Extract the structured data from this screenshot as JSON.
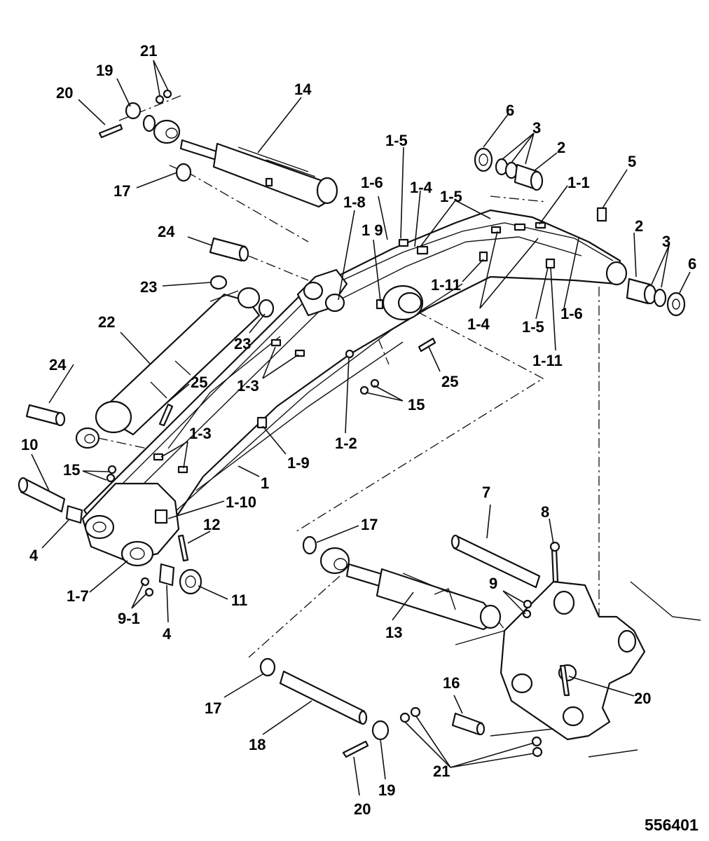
{
  "reference_number": "556401",
  "callouts": [
    {
      "id": "c21a",
      "text": "21"
    },
    {
      "id": "c19a",
      "text": "19"
    },
    {
      "id": "c20a",
      "text": "20"
    },
    {
      "id": "c14",
      "text": "14"
    },
    {
      "id": "c17a",
      "text": "17"
    },
    {
      "id": "c6a",
      "text": "6"
    },
    {
      "id": "c3a",
      "text": "3"
    },
    {
      "id": "c2a",
      "text": "2"
    },
    {
      "id": "c1-5a",
      "text": "1-5"
    },
    {
      "id": "c1-6a",
      "text": "1-6"
    },
    {
      "id": "c1-4a",
      "text": "1-4"
    },
    {
      "id": "c1-5b",
      "text": "1-5"
    },
    {
      "id": "c1-1",
      "text": "1-1"
    },
    {
      "id": "c5",
      "text": "5"
    },
    {
      "id": "c1-8",
      "text": "1-8"
    },
    {
      "id": "c1-9a",
      "text": "1 9"
    },
    {
      "id": "c24a",
      "text": "24"
    },
    {
      "id": "c2b",
      "text": "2"
    },
    {
      "id": "c3b",
      "text": "3"
    },
    {
      "id": "c6b",
      "text": "6"
    },
    {
      "id": "c1-11a",
      "text": "1-11"
    },
    {
      "id": "c23a",
      "text": "23"
    },
    {
      "id": "c1-4b",
      "text": "1-4"
    },
    {
      "id": "c1-5c",
      "text": "1-5"
    },
    {
      "id": "c1-6b",
      "text": "1-6"
    },
    {
      "id": "c22",
      "text": "22"
    },
    {
      "id": "c23b",
      "text": "23"
    },
    {
      "id": "c1-11b",
      "text": "1-11"
    },
    {
      "id": "c24b",
      "text": "24"
    },
    {
      "id": "c25a",
      "text": "25"
    },
    {
      "id": "c1-3a",
      "text": "1-3"
    },
    {
      "id": "c25b",
      "text": "25"
    },
    {
      "id": "c15a",
      "text": "15"
    },
    {
      "id": "c1-3b",
      "text": "1-3"
    },
    {
      "id": "c1-2",
      "text": "1-2"
    },
    {
      "id": "c1-9b",
      "text": "1-9"
    },
    {
      "id": "c10",
      "text": "10"
    },
    {
      "id": "c15b",
      "text": "15"
    },
    {
      "id": "c1",
      "text": "1"
    },
    {
      "id": "c7",
      "text": "7"
    },
    {
      "id": "c1-10",
      "text": "1-10"
    },
    {
      "id": "c17b",
      "text": "17"
    },
    {
      "id": "c8",
      "text": "8"
    },
    {
      "id": "c12",
      "text": "12"
    },
    {
      "id": "c4a",
      "text": "4"
    },
    {
      "id": "c9",
      "text": "9"
    },
    {
      "id": "c1-7",
      "text": "1-7"
    },
    {
      "id": "c11",
      "text": "11"
    },
    {
      "id": "c9-1",
      "text": "9-1"
    },
    {
      "id": "c13",
      "text": "13"
    },
    {
      "id": "c4b",
      "text": "4"
    },
    {
      "id": "c16",
      "text": "16"
    },
    {
      "id": "c20b",
      "text": "20"
    },
    {
      "id": "c17c",
      "text": "17"
    },
    {
      "id": "c18",
      "text": "18"
    },
    {
      "id": "c21b",
      "text": "21"
    },
    {
      "id": "c19b",
      "text": "19"
    },
    {
      "id": "c20c",
      "text": "20"
    }
  ]
}
